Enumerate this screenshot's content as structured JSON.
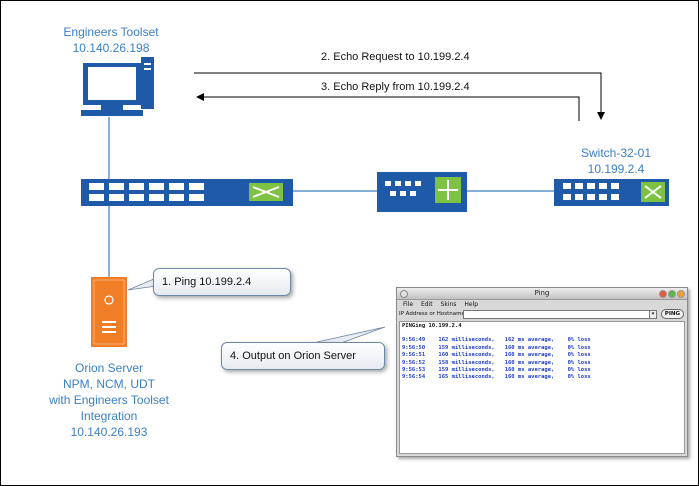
{
  "labels": {
    "toolset_name": "Engineers Toolset",
    "toolset_ip": "10.140.26.198",
    "echo_request": "2. Echo Request to 10.199.2.4",
    "echo_reply": "3. Echo Reply from 10.199.2.4",
    "switch_name": "Switch-32-01",
    "switch_ip": "10.199.2.4",
    "orion_name": "Orion Server",
    "orion_line2": "NPM, NCM, UDT",
    "orion_line3": "with Engineers Toolset",
    "orion_line4": "Integration",
    "orion_ip": "10.140.26.193"
  },
  "callouts": {
    "ping": "1. Ping 10.199.2.4",
    "output": "4. Output on Orion Server"
  },
  "ping_window": {
    "title": "Ping",
    "menu": [
      "File",
      "Edit",
      "Skins",
      "Help"
    ],
    "address_label": "IP Address or Hostname",
    "button": "PING",
    "header": "PINGing 10.199.2.4",
    "rows": [
      "9:56:49    162 milliseconds,   162 ms average,    0% loss",
      "9:56:50    159 milliseconds,   160 ms average,    0% loss",
      "9:56:51    160 milliseconds,   160 ms average,    0% loss",
      "9:56:52    158 milliseconds,   160 ms average,    0% loss",
      "9:56:53    159 milliseconds,   160 ms average,    0% loss",
      "9:56:54    165 milliseconds,   160 ms average,    0% loss"
    ]
  },
  "colors": {
    "label_blue": "#3b7fc4",
    "device_blue": "#1f5aa8",
    "server_orange": "#f07e26",
    "switch_green": "#7dc243",
    "output_text": "#1c3cc8"
  },
  "icons": [
    "desktop-computer-icon",
    "server-tower-icon",
    "network-switch-icon",
    "router-icon"
  ]
}
